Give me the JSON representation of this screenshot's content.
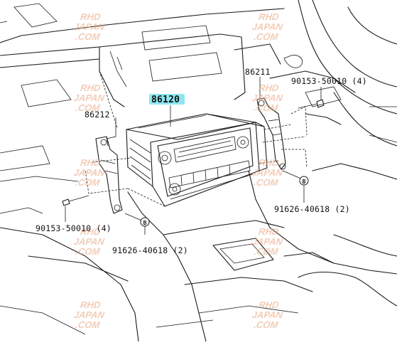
{
  "diagram": {
    "parts": {
      "main_unit": "86120",
      "bracket_left": "86212",
      "bracket_right": "86211",
      "screw_left": "90153-50010 (4)",
      "screw_right": "90153-50010 (4)",
      "bolt_left": "91626-40618 (2)",
      "bolt_right": "91626-40618 (2)",
      "bolt_marker": "B"
    },
    "highlight_color": "#8fe6f0",
    "watermark": {
      "line1": "RHD",
      "line2": "JAPAN",
      "line3": ".COM"
    }
  }
}
